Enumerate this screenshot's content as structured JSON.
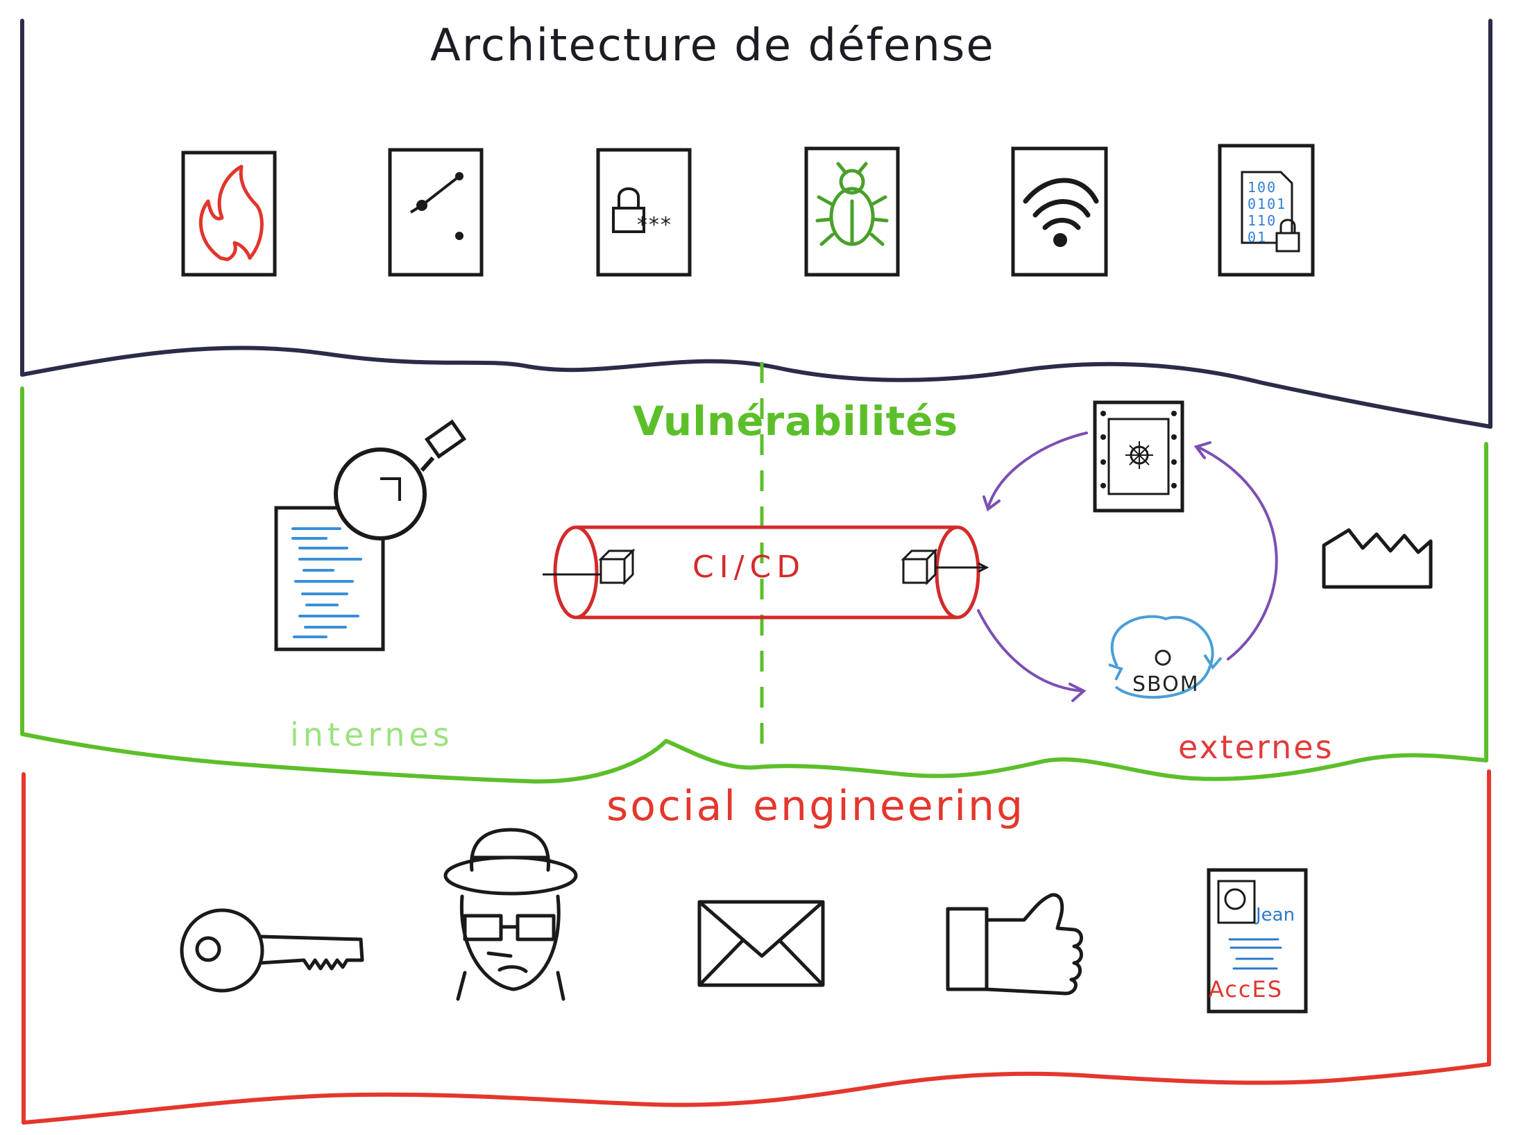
{
  "diagram": {
    "title": "Architecture de défense",
    "vulnerabilities": {
      "label": "Vulnérabilités",
      "internal_label": "internes",
      "external_label": "externes",
      "pipeline_label": "CI/CD",
      "sbom_label": "SBOM"
    },
    "social": {
      "label": "social engineering",
      "badge_name": "Jean",
      "badge_access": "AccES"
    },
    "defense_icons": [
      "firewall-icon",
      "network-nodes-icon",
      "password-lock-icon",
      "bug-icon",
      "wifi-icon",
      "encrypted-file-icon"
    ],
    "social_icons": [
      "key-icon",
      "spy-icon",
      "envelope-icon",
      "thumbs-up-icon",
      "access-badge-icon"
    ],
    "binary_text": "100\n0101\n110\n01",
    "password_mask": "***",
    "colors": {
      "defense": "#2a2c48",
      "vulnerabilities": "#5cbf2a",
      "social": "#e4372d",
      "pipeline": "#d42a2a",
      "cycle": "#7b4fb3",
      "sbom": "#4a9ed8"
    }
  }
}
